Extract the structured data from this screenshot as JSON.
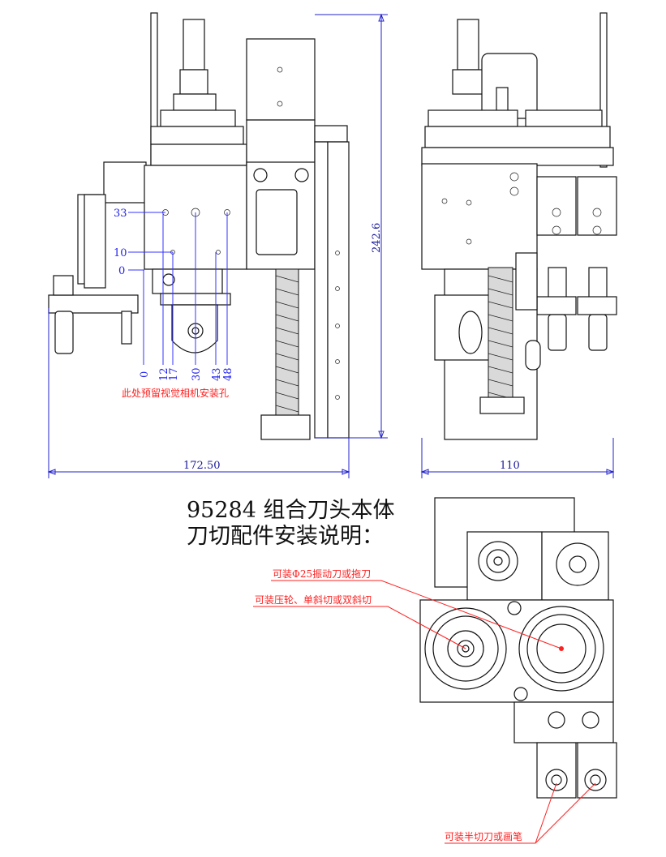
{
  "title": {
    "line1": "95284 组合刀头本体",
    "line2": "刀切配件安装说明："
  },
  "dimensions": {
    "width_left": "172.50",
    "width_right": "110",
    "height": "242.6"
  },
  "hole_positions": {
    "vertical": [
      "33",
      "10",
      "0"
    ],
    "horizontal": [
      "0",
      "12",
      "17",
      "30",
      "43",
      "48"
    ]
  },
  "annotations": {
    "camera_hole": "此处预留视觉相机安装孔",
    "vibration_knife": "可装Φ25振动刀或拖刀",
    "pressure_wheel": "可装压轮、单斜切或双斜切",
    "half_cut": "可装半切刀或画笔"
  },
  "colors": {
    "annotation": "#ff2020",
    "dimension": "#1a1a99",
    "hole_grid": "#2222ee"
  }
}
